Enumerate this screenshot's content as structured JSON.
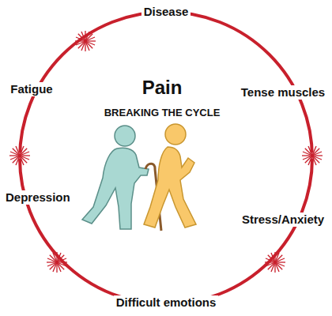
{
  "diagram": {
    "title": "Pain",
    "labels": [
      "BREAKING THE CYCLE",
      "Disease",
      "Tense muscles",
      "Stress/Anxiety",
      "Difficult emotions",
      "Depression",
      "Fatigue"
    ]
  }
}
